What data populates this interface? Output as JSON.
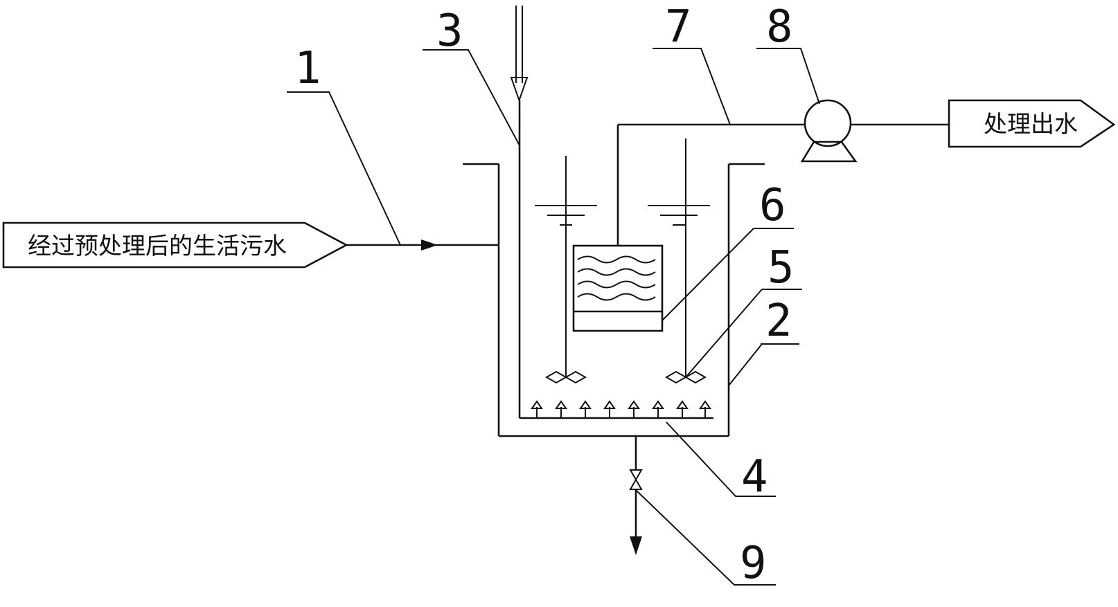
{
  "labels": {
    "inlet": "经过预处理后的生活污水",
    "outlet": "处理出水"
  },
  "callouts": [
    "1",
    "2",
    "3",
    "4",
    "5",
    "6",
    "7",
    "8",
    "9"
  ]
}
